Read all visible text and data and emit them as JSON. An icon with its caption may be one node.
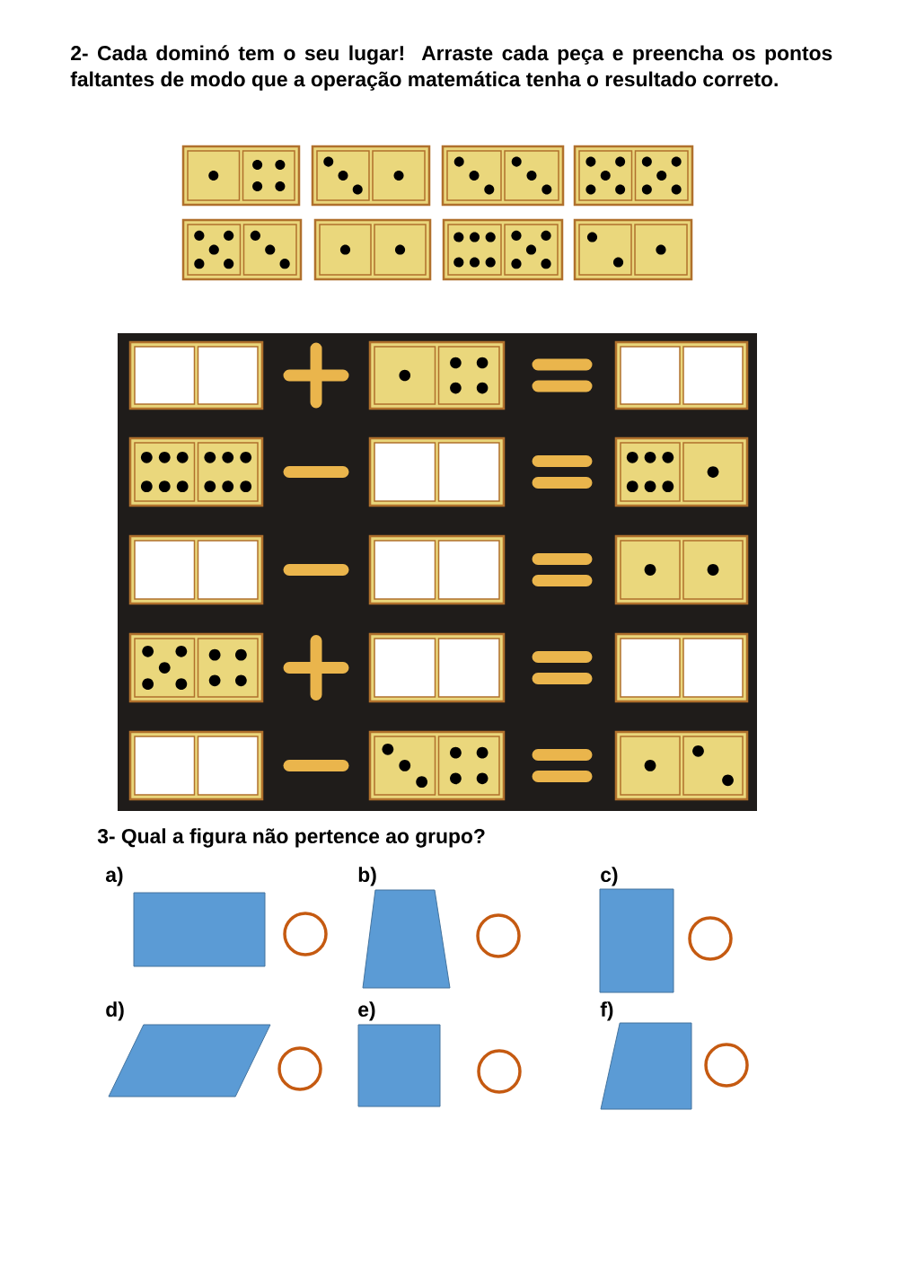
{
  "diagram": {
    "title": "2- Cada dominó tem o seu lugar! Arraste cada peça e preencha os pontos faltantes de modo que a operação matemática tenha o resultado correto.",
    "nodes": [
      {
        "text": [],
        "shape": "rectangle"
      },
      {
        "text": [],
        "shape": "trapezoid"
      },
      {
        "text": [],
        "shape": "rectangle"
      },
      {
        "text": [],
        "shape": "parallelogram"
      },
      {
        "text": [],
        "shape": "square"
      },
      {
        "text": [],
        "shape": "trapezoid"
      }
    ],
    "labels": [
      "3- Qual a figura não pertence ao grupo?",
      "a)",
      "b)",
      "c)",
      "d)",
      "e)",
      "f)"
    ]
  }
}
